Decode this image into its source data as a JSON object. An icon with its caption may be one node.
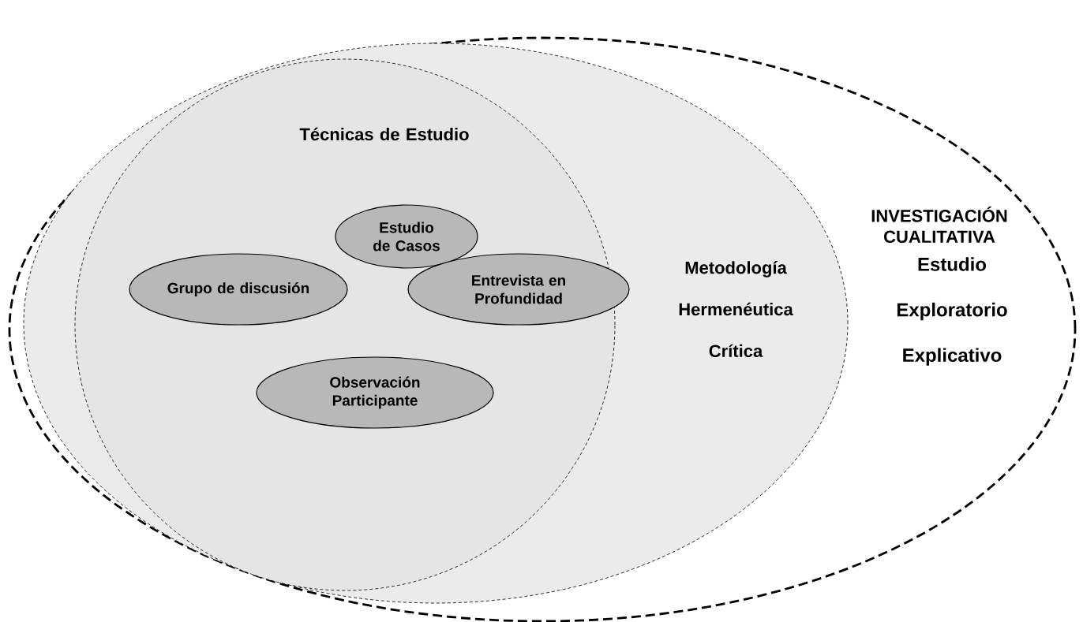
{
  "diagram": {
    "nodes": [
      {
        "text": [
          "INVESTIGACIÓN CUALITATIVA",
          "Estudio Exploratorio Explicativo"
        ]
      },
      {
        "text": [
          "Metodología Hermenéutica Crítica"
        ],
        "in": 0
      },
      {
        "text": [
          "Técnicas de Estudio"
        ],
        "in": 1
      },
      {
        "text": [
          "Estudio de Casos"
        ],
        "in": 2
      },
      {
        "text": [
          "Grupo de discusión"
        ],
        "in": 2
      },
      {
        "text": [
          "Entrevista en Profundidad"
        ],
        "in": 2
      },
      {
        "text": [
          "Observación Participante"
        ],
        "in": 2
      }
    ]
  }
}
